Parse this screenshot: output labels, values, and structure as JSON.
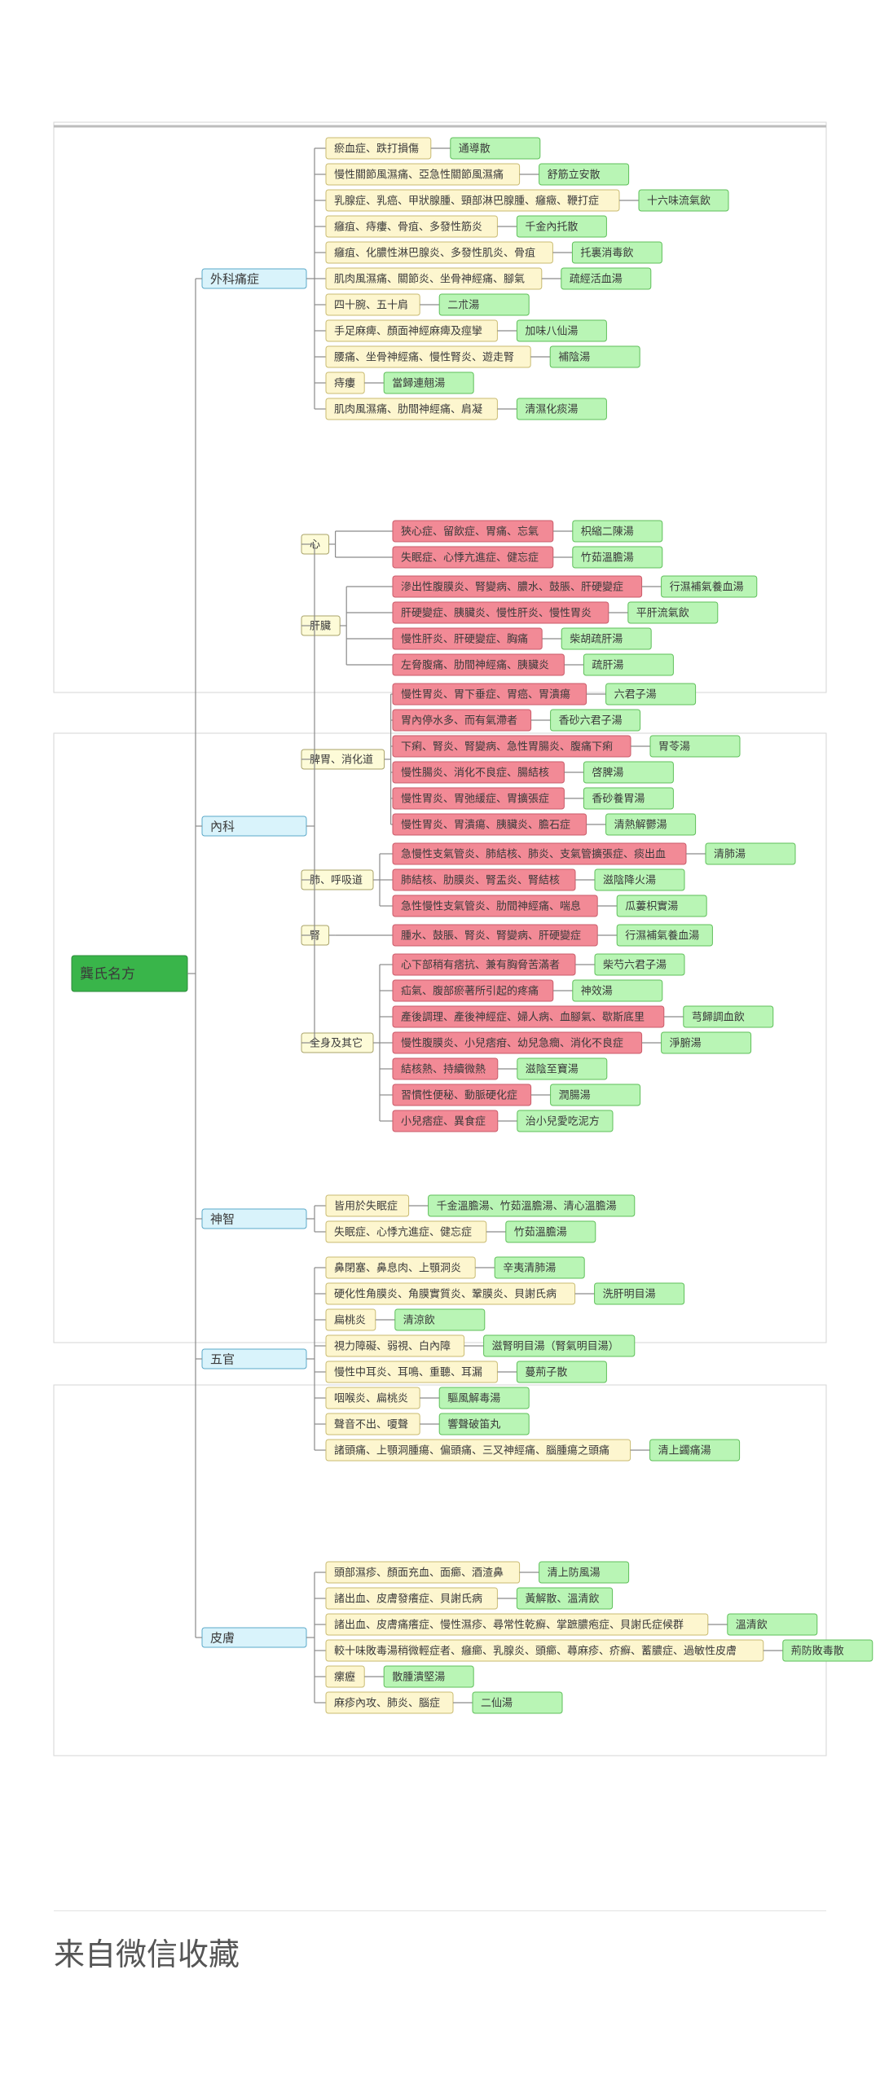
{
  "colors": {
    "root": "#39b54a",
    "category": "#d9f3fb",
    "subcategory": "#fdfbd8",
    "symptom_yellow": "#fdf6cf",
    "symptom_red": "#f28a96",
    "remedy": "#b9f5b5"
  },
  "root": {
    "label": "龔氏名方"
  },
  "categories": [
    {
      "label": "外科痛症",
      "groups": [
        {
          "items": [
            {
              "symptom": "瘀血症、跌打損傷",
              "remedy": "通導散"
            },
            {
              "symptom": "慢性關節風濕痛、亞急性關節風濕痛",
              "remedy": "舒筋立安散"
            },
            {
              "symptom": "乳腺症、乳癌、甲狀腺腫、頸部淋巴腺腫、癰癥、鞭打症",
              "remedy": "十六味流氣飲"
            },
            {
              "symptom": "癰疽、痔瘻、骨疽、多發性筋炎",
              "remedy": "千金內托散"
            },
            {
              "symptom": "癰疽、化膿性淋巴腺炎、多發性肌炎、骨疽",
              "remedy": "托裏消毒飲"
            },
            {
              "symptom": "肌肉風濕痛、關節炎、坐骨神經痛、腳氣",
              "remedy": "疏經活血湯"
            },
            {
              "symptom": "四十腕、五十肩",
              "remedy": "二朮湯"
            },
            {
              "symptom": "手足麻痺、顏面神經麻痺及痙攣",
              "remedy": "加味八仙湯"
            },
            {
              "symptom": "腰痛、坐骨神經痛、慢性腎炎、遊走腎",
              "remedy": "補陰湯"
            },
            {
              "symptom": "痔瘻",
              "remedy": "當歸連翹湯"
            },
            {
              "symptom": "肌肉風濕痛、肋間神經痛、肩凝",
              "remedy": "清濕化痰湯"
            }
          ]
        }
      ]
    },
    {
      "label": "內科",
      "groups": [
        {
          "label": "心",
          "items": [
            {
              "symptom": "狹心症、留飲症、胃痛、忘氣",
              "remedy": "枳縮二陳湯"
            },
            {
              "symptom": "失眠症、心悸亢進症、健忘症",
              "remedy": "竹茹溫膽湯"
            }
          ]
        },
        {
          "label": "肝臟",
          "items": [
            {
              "symptom": "滲出性腹膜炎、腎變病、膿水、鼓脹、肝硬變症",
              "remedy": "行濕補氣養血湯"
            },
            {
              "symptom": "肝硬變症、胰臟炎、慢性肝炎、慢性胃炎",
              "remedy": "平肝流氣飲"
            },
            {
              "symptom": "慢性肝炎、肝硬變症、胸痛",
              "remedy": "柴胡疏肝湯"
            },
            {
              "symptom": "左脅腹痛、肋間神經痛、胰臟炎",
              "remedy": "疏肝湯"
            }
          ]
        },
        {
          "label": "脾胃、消化道",
          "items": [
            {
              "symptom": "慢性胃炎、胃下垂症、胃癌、胃潰瘍",
              "remedy": "六君子湯"
            },
            {
              "symptom": "胃內停水多、而有氣滯者",
              "remedy": "香砂六君子湯"
            },
            {
              "symptom": "下痢、腎炎、腎變病、急性胃腸炎、腹痛下痢",
              "remedy": "胃苓湯"
            },
            {
              "symptom": "慢性腸炎、消化不良症、腸結核",
              "remedy": "啓脾湯"
            },
            {
              "symptom": "慢性胃炎、胃弛緩症、胃擴張症",
              "remedy": "香砂養胃湯"
            },
            {
              "symptom": "慢性胃炎、胃潰瘍、胰臟炎、膽石症",
              "remedy": "清熱解鬱湯"
            }
          ]
        },
        {
          "label": "肺、呼吸道",
          "items": [
            {
              "symptom": "急慢性支氣管炎、肺結核、肺炎、支氣管擴張症、痰出血",
              "remedy": "清肺湯"
            },
            {
              "symptom": "肺結核、肋膜炎、腎盂炎、腎結核",
              "remedy": "滋陰降火湯"
            },
            {
              "symptom": "急性慢性支氣管炎、肋間神經痛、喘息",
              "remedy": "瓜蔞枳實湯"
            }
          ]
        },
        {
          "label": "腎",
          "items": [
            {
              "symptom": "腫水、鼓脹、腎炎、腎變病、肝硬變症",
              "remedy": "行濕補氣養血湯"
            }
          ]
        },
        {
          "label": "全身及其它",
          "items": [
            {
              "symptom": "心下部稍有痞抗、兼有胸脅苦滿者",
              "remedy": "柴芍六君子湯"
            },
            {
              "symptom": "疝氣、腹部瘀著所引起的疼痛",
              "remedy": "神效湯"
            },
            {
              "symptom": "產後調理、產後神經症、婦人病、血腳氣、歇斯底里",
              "remedy": "芎歸調血飲"
            },
            {
              "symptom": "慢性腹膜炎、小兒痞疳、幼兒急癇、消化不良症",
              "remedy": "淨腑湯"
            },
            {
              "symptom": "結核熱、持續微熱",
              "remedy": "滋陰至寶湯"
            },
            {
              "symptom": "習慣性便秘、動脈硬化症",
              "remedy": "潤腸湯"
            },
            {
              "symptom": "小兒痞症、異食症",
              "remedy": "治小兒愛吃泥方"
            }
          ]
        }
      ]
    },
    {
      "label": "神智",
      "groups": [
        {
          "items": [
            {
              "symptom": "皆用於失眠症",
              "remedy": "千金溫膽湯、竹茹溫膽湯、清心溫膽湯"
            },
            {
              "symptom": "失眠症、心悸亢進症、健忘症",
              "remedy": "竹茹溫膽湯"
            }
          ]
        }
      ]
    },
    {
      "label": "五官",
      "groups": [
        {
          "items": [
            {
              "symptom": "鼻閉塞、鼻息肉、上顎洞炎",
              "remedy": "辛夷清肺湯"
            },
            {
              "symptom": "硬化性角膜炎、角膜實質炎、鞏膜炎、貝謝氏病",
              "remedy": "洗肝明目湯"
            },
            {
              "symptom": "扁桃炎",
              "remedy": "清涼飲"
            },
            {
              "symptom": "視力障礙、弱視、白內障",
              "remedy": "滋腎明目湯（腎氣明目湯）"
            },
            {
              "symptom": "慢性中耳炎、耳鳴、重聽、耳漏",
              "remedy": "蔓荊子散"
            },
            {
              "symptom": "咽喉炎、扁桃炎",
              "remedy": "驅風解毒湯"
            },
            {
              "symptom": "聲音不出、嗄聲",
              "remedy": "響聲破笛丸"
            },
            {
              "symptom": "諸頭痛、上顎洞腫瘍、偏頭痛、三叉神經痛、腦腫瘍之頭痛",
              "remedy": "清上蠲痛湯"
            }
          ]
        }
      ]
    },
    {
      "label": "皮膚",
      "groups": [
        {
          "items": [
            {
              "symptom": "頭部濕疹、顏面充血、面癤、酒渣鼻",
              "remedy": "清上防風湯"
            },
            {
              "symptom": "諸出血、皮膚發癢症、貝謝氏病",
              "remedy": "黃解散、溫清飲"
            },
            {
              "symptom": "諸出血、皮膚痛癢症、慢性濕疹、尋常性乾癬、掌蹠膿疱症、貝謝氏症候群",
              "remedy": "溫清飲"
            },
            {
              "symptom": "較十味敗毒湯稍微輕症者、癰癤、乳腺炎、頭癤、蕁麻疹、疥癬、蓄膿症、過敏性皮膚",
              "remedy": "荊防敗毒散"
            },
            {
              "symptom": "瘰癧",
              "remedy": "散腫潰堅湯"
            },
            {
              "symptom": "麻疹內攻、肺炎、腦症",
              "remedy": "二仙湯"
            }
          ]
        }
      ]
    }
  ],
  "footer": {
    "text": "来自微信收藏"
  }
}
